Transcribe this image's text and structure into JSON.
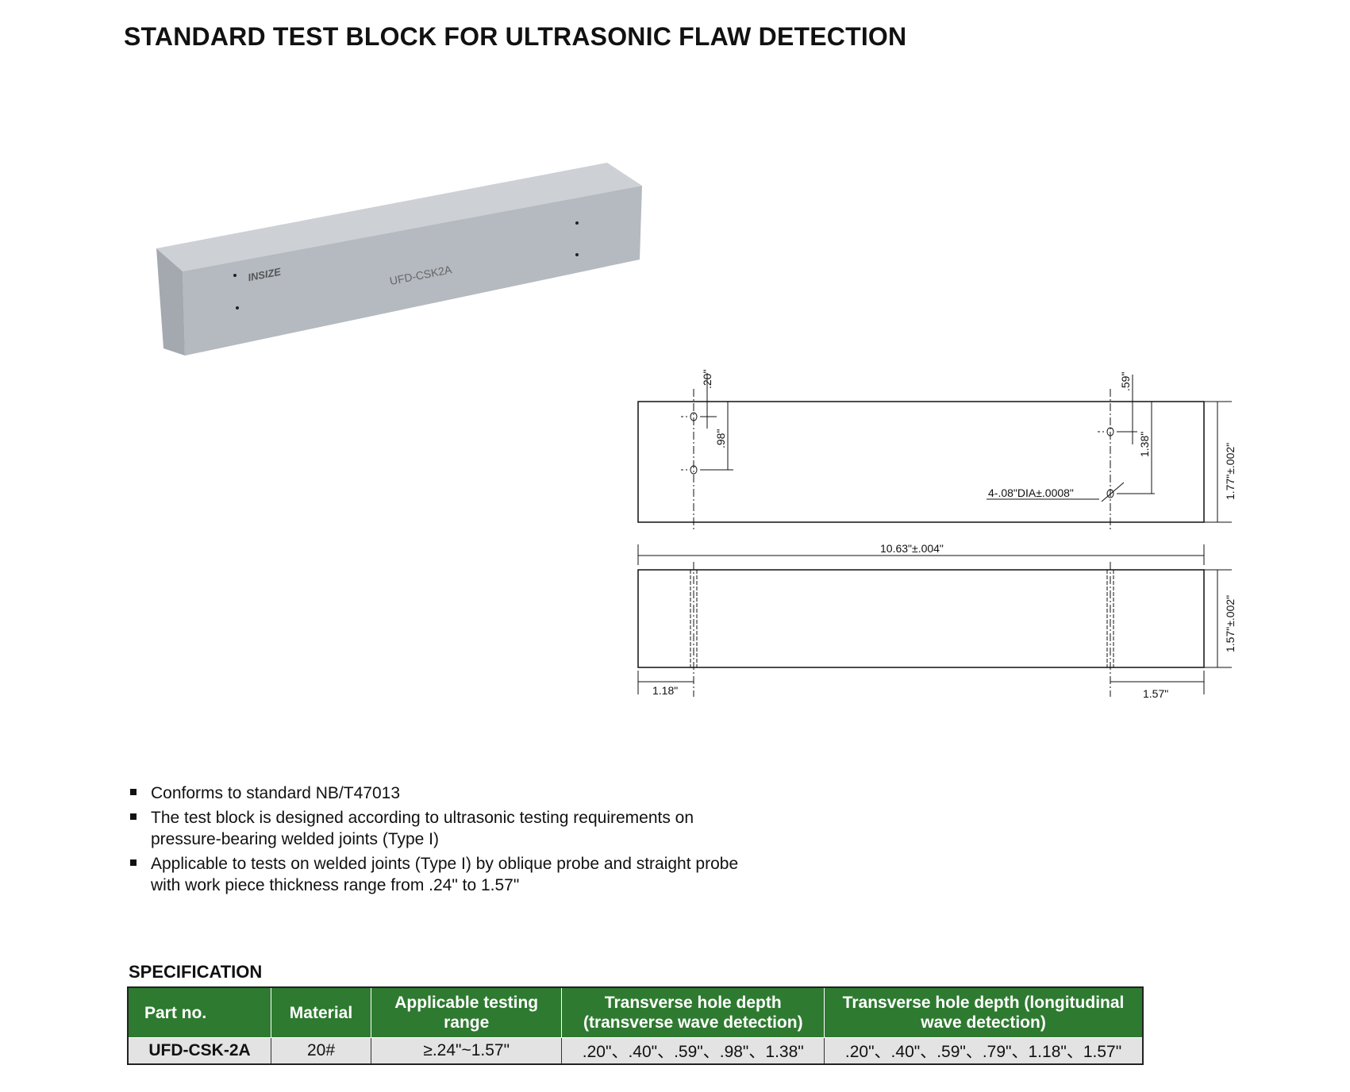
{
  "title": "STANDARD TEST BLOCK FOR ULTRASONIC FLAW DETECTION",
  "photo": {
    "brand_logo": "INSIZE",
    "engraving": "UFD-CSK2A",
    "colors": {
      "top": "#c9ccd2",
      "front": "#b3b7be",
      "end": "#a3a7ae"
    }
  },
  "drawing": {
    "dim_20": ".20\"",
    "dim_59": ".59\"",
    "dim_98": ".98\"",
    "dim_138": "1.38\"",
    "dim_height": "1.77\"±.002\"",
    "hole_label": "4-.08\"DIA±.0008\"",
    "dim_length": "10.63\"±.004\"",
    "dim_thickness": "1.57\"±.002\"",
    "dim_left": "1.18\"",
    "dim_right": "1.57\""
  },
  "features": [
    "Conforms to standard NB/T47013",
    "The test block is designed according to ultrasonic testing requirements on pressure-bearing welded joints (Type I)",
    "Applicable to tests on welded joints (Type I) by oblique probe and straight probe with work piece thickness range from .24\" to 1.57\""
  ],
  "spec": {
    "label": "SPECIFICATION",
    "headers": [
      "Part no.",
      "Material",
      "Applicable testing range",
      "Transverse hole depth (transverse wave detection)",
      "Transverse hole depth (longitudinal wave detection)"
    ],
    "rows": [
      [
        "UFD-CSK-2A",
        "20#",
        "≥.24\"~1.57\"",
        ".20\"、.40\"、.59\"、.98\"、1.38\"",
        ".20\"、.40\"、.59\"、.79\"、1.18\"、1.57\""
      ]
    ],
    "header_color": "#2e7a30"
  }
}
